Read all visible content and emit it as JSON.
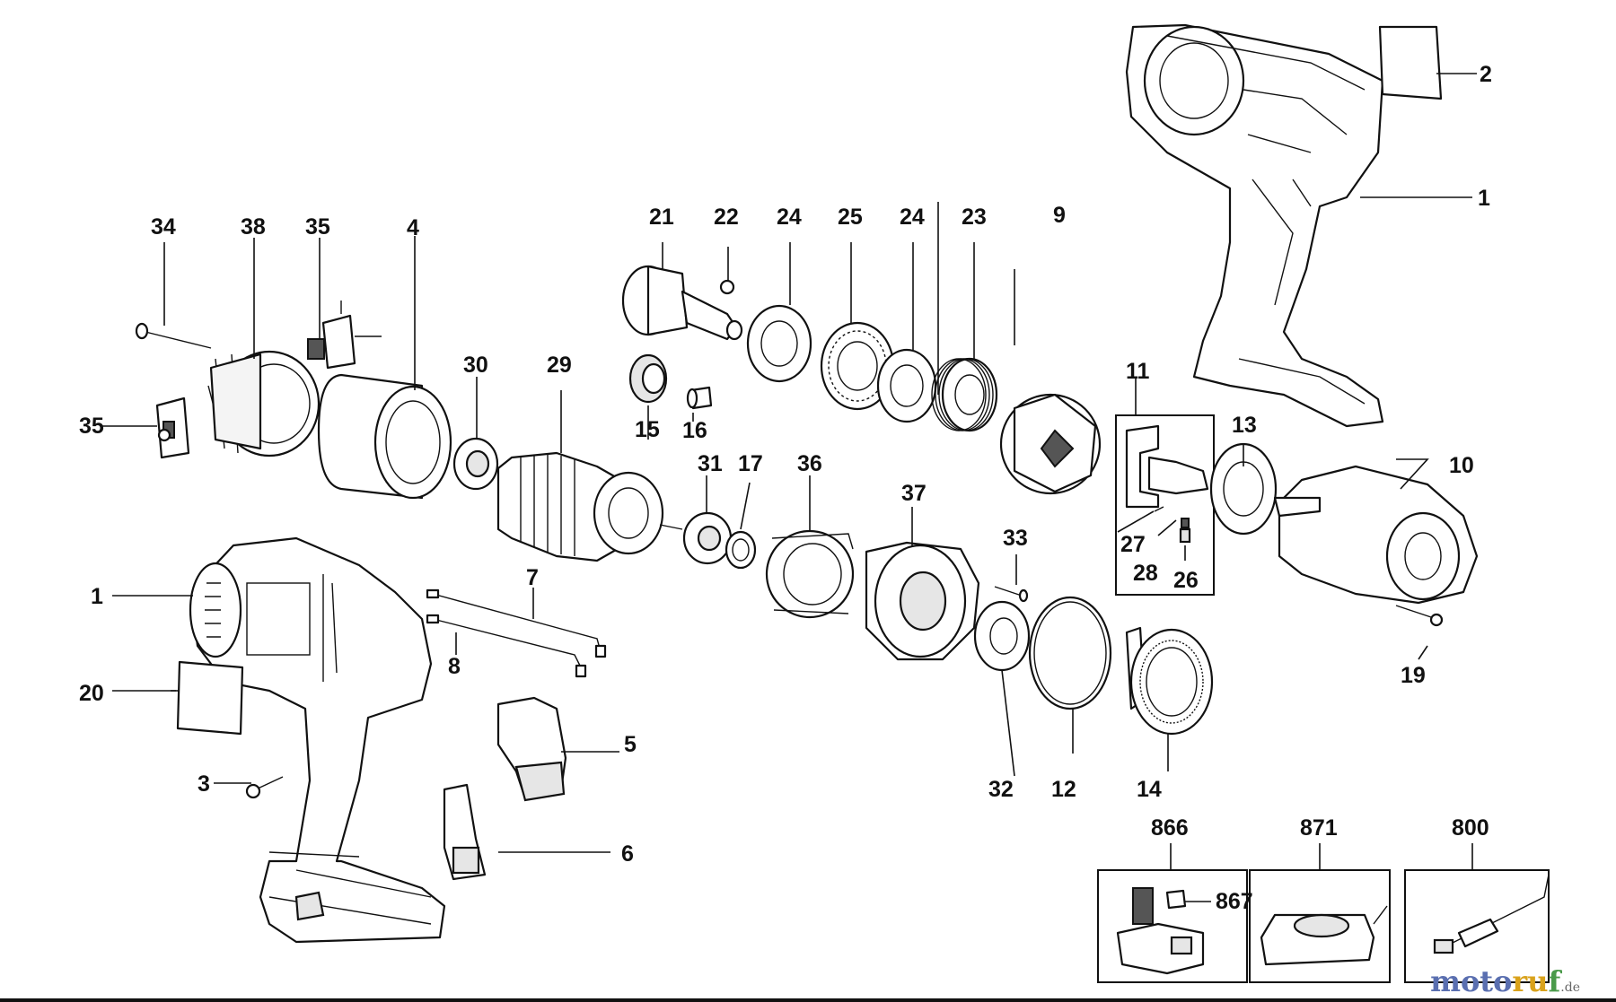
{
  "diagram": {
    "callouts": {
      "c1a": "1",
      "c1b": "1",
      "c2": "2",
      "c3": "3",
      "c4": "4",
      "c5": "5",
      "c6": "6",
      "c7": "7",
      "c8": "8",
      "c9": "9",
      "c10": "10",
      "c11": "11",
      "c12": "12",
      "c13": "13",
      "c14": "14",
      "c15": "15",
      "c16": "16",
      "c17": "17",
      "c19": "19",
      "c20": "20",
      "c21": "21",
      "c22": "22",
      "c23": "23",
      "c24a": "24",
      "c24b": "24",
      "c25": "25",
      "c26": "26",
      "c27": "27",
      "c28": "28",
      "c29": "29",
      "c30": "30",
      "c31": "31",
      "c32": "32",
      "c33": "33",
      "c34": "34",
      "c35a": "35",
      "c35b": "35",
      "c36": "36",
      "c37": "37",
      "c38": "38",
      "c866": "866",
      "c867": "867",
      "c871": "871",
      "c800": "800"
    }
  },
  "watermark": {
    "w1": "moto",
    "w2": "ru",
    "w3": "f",
    "dom": ".de"
  },
  "colors": {
    "ink": "#111111",
    "brand_blue": "#5a6fb0",
    "brand_orange": "#d9a21b",
    "brand_green": "#4a9a4a"
  }
}
